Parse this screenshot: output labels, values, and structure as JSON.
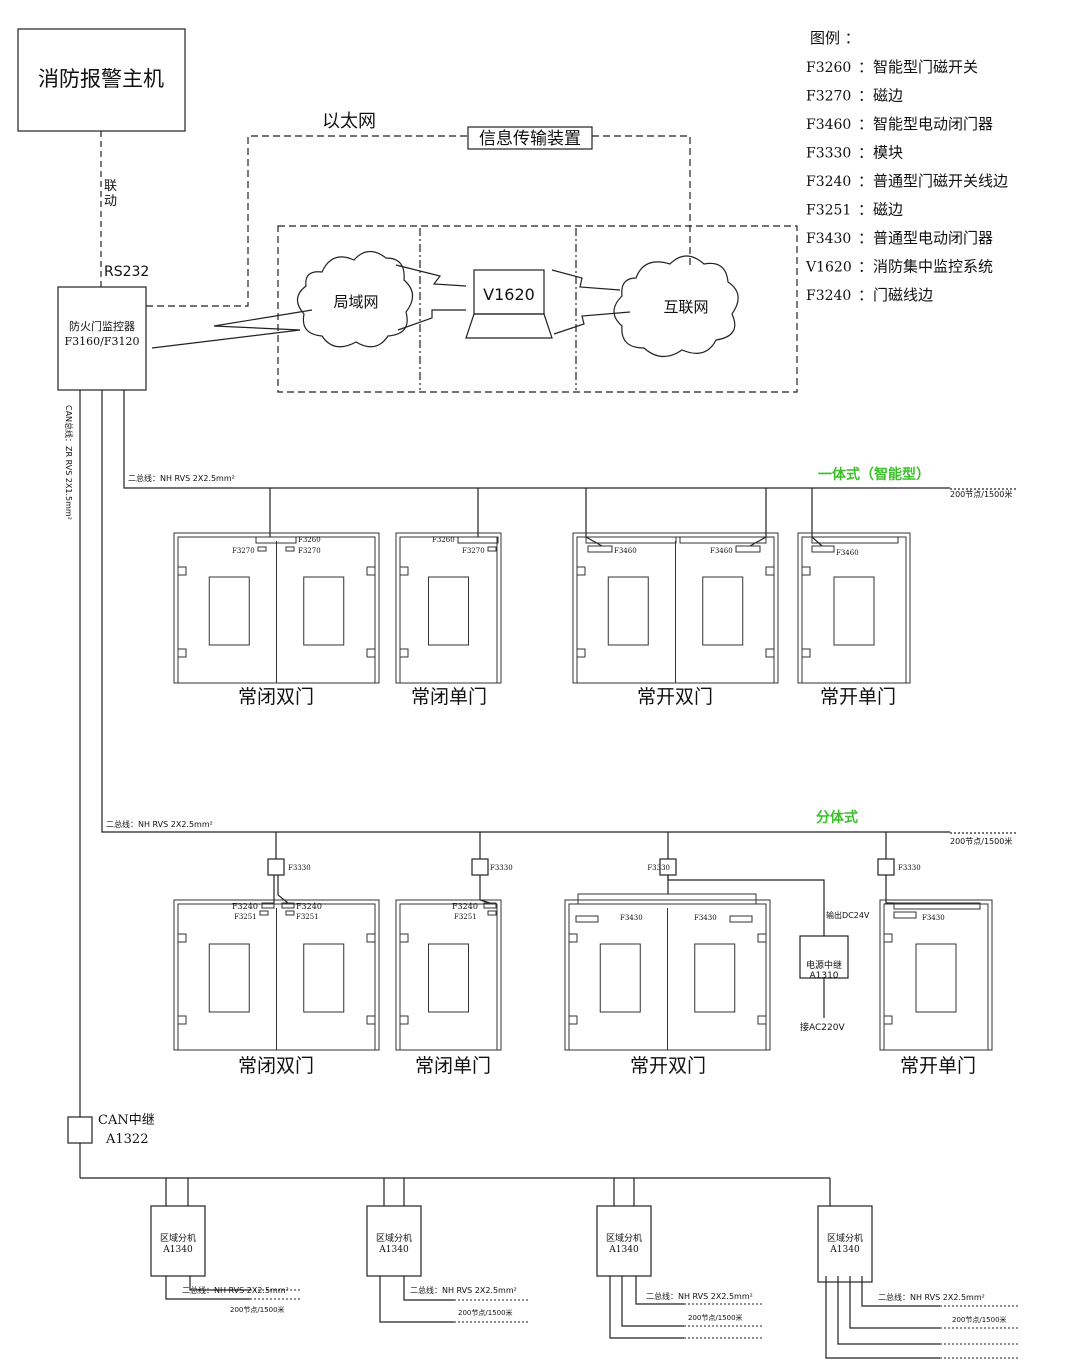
{
  "main_panel": "消防报警主机",
  "link_label": "联\n动",
  "rs232": "RS232",
  "ethernet": "以太网",
  "info_device": "信息传输装置",
  "controller": {
    "name": "防火门监控器",
    "model": "F3160/F3120"
  },
  "lan": "局域网",
  "internet": "互联网",
  "pc": "V1620",
  "can_bus": "CAN总线：ZR RVS 2X1.5mm²",
  "bus_label": "二总线：NH RVS 2X2.5mm²",
  "capacity": "200节点/1500米",
  "integrated_title": "一体式（智能型）",
  "split_title": "分体式",
  "legend": {
    "title": "图例 ：",
    "items": [
      {
        "code": "F3260",
        "desc": "：智能型门磁开关"
      },
      {
        "code": "F3270",
        "desc": "：磁边"
      },
      {
        "code": "F3460",
        "desc": "：智能型电动闭门器"
      },
      {
        "code": "F3330",
        "desc": "：模块"
      },
      {
        "code": "F3240",
        "desc": "：普通型门磁开关线边"
      },
      {
        "code": "F3251",
        "desc": "：磁边"
      },
      {
        "code": "F3430",
        "desc": "：普通型电动闭门器"
      },
      {
        "code": "V1620",
        "desc": "：消防集中监控系统"
      },
      {
        "code": "F3240",
        "desc": "：门磁线边"
      }
    ]
  },
  "doors": {
    "closed_double": "常闭双门",
    "closed_single": "常闭单门",
    "open_double": "常开双门",
    "open_single": "常开单门"
  },
  "parts": {
    "f3260": "F3260",
    "f3270": "F3270",
    "f3460": "F3460",
    "f3330": "F3330",
    "f3240": "F3240",
    "f3251": "F3251",
    "f3430": "F3430"
  },
  "power": {
    "out": "输出DC24V",
    "name": "电源中继",
    "model": "A1310",
    "in": "接AC220V"
  },
  "can_relay": {
    "name": "CAN中继",
    "model": "A1322"
  },
  "zone": {
    "name": "区域分机",
    "model": "A1340"
  }
}
